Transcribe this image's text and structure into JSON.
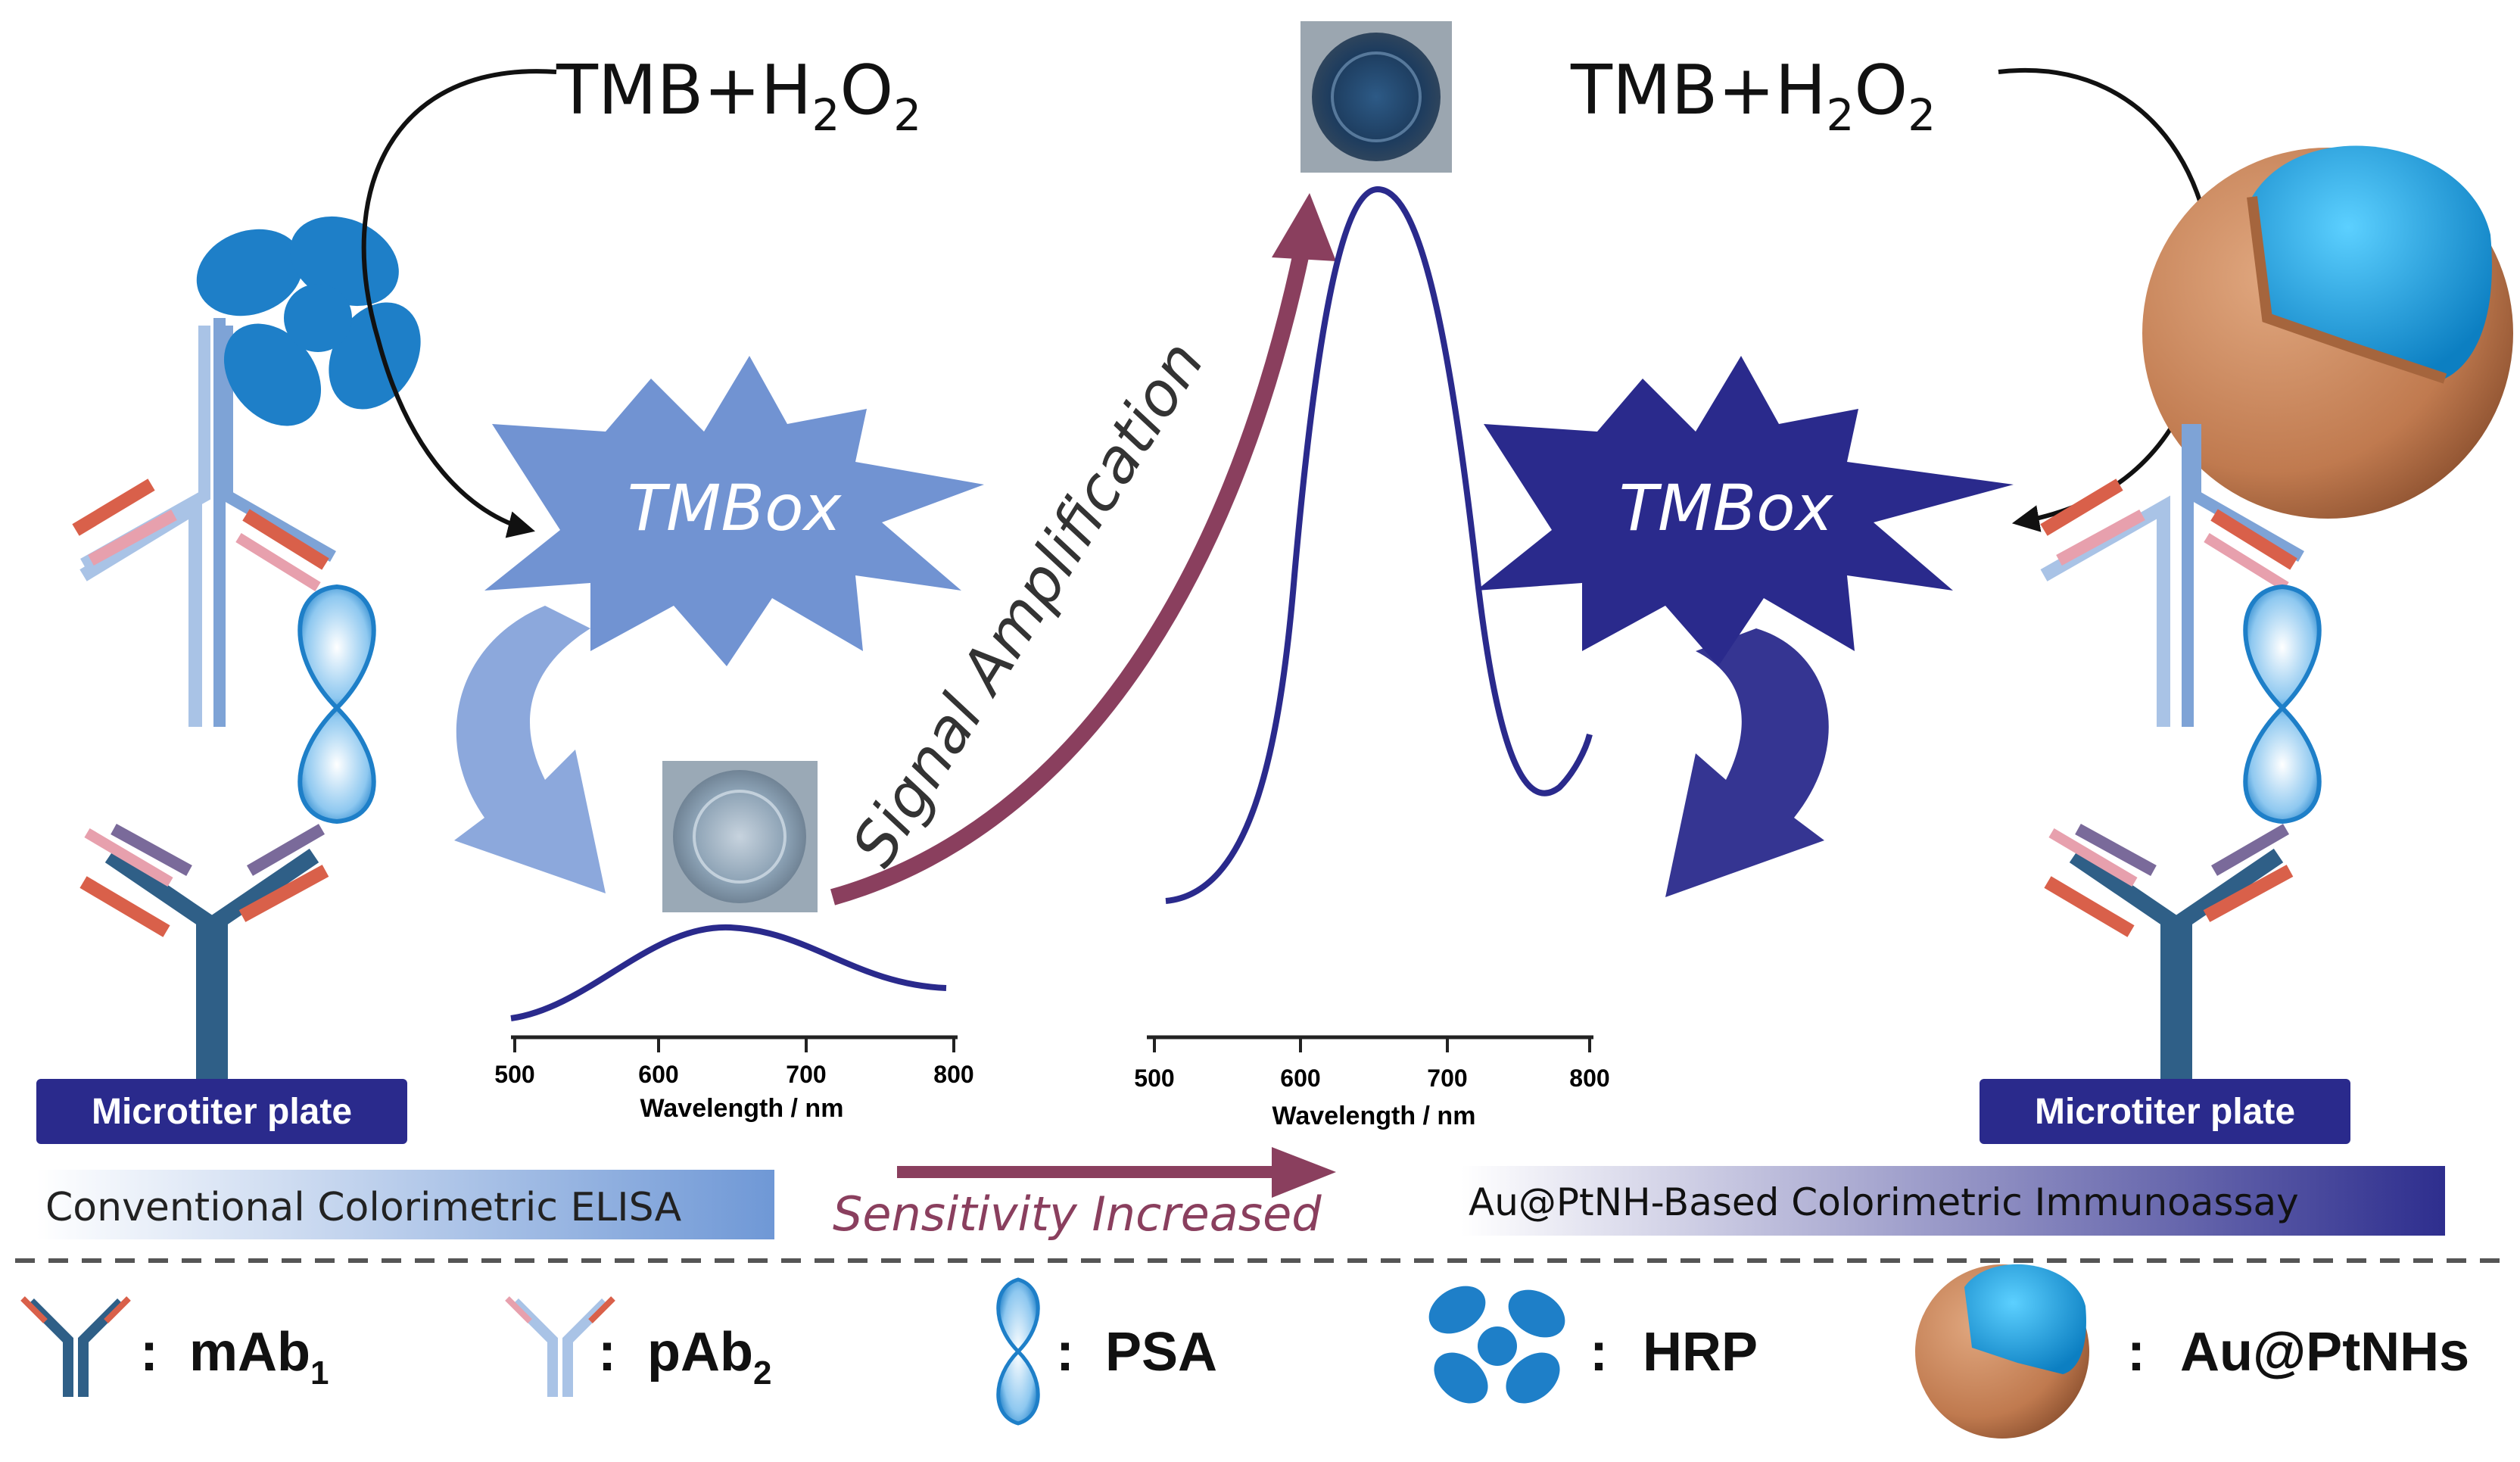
{
  "reagents": {
    "left": {
      "tmb": "TMB+H",
      "sub1": "2",
      "o": "O",
      "sub2": "2"
    },
    "right": {
      "tmb": "TMB+H",
      "sub1": "2",
      "o": "O",
      "sub2": "2"
    }
  },
  "tmbox": {
    "left_label": "TMBox",
    "right_label": "TMBox"
  },
  "signal_amplification": "Signal Amplification",
  "plate": {
    "left_label": "Microtiter plate",
    "right_label": "Microtiter plate"
  },
  "methods": {
    "left": "Conventional Colorimetric ELISA",
    "middle": "Sensitivity Increased",
    "right": "Au@PtNH-Based Colorimetric Immunoassay"
  },
  "spectra": {
    "small": {
      "xlabel": "Wavelength / nm",
      "ticks": [
        "500",
        "600",
        "700",
        "800"
      ]
    },
    "large": {
      "xlabel": "Wavelength / nm",
      "ticks": [
        "500",
        "600",
        "700",
        "800"
      ]
    }
  },
  "legend": {
    "mab": {
      "colon": ":",
      "text": "mAb",
      "sub": "1"
    },
    "pab": {
      "colon": ":",
      "text": "pAb",
      "sub": "2"
    },
    "psa": {
      "colon": ":",
      "text": "PSA"
    },
    "hrp": {
      "colon": ":",
      "text": "HRP"
    },
    "au": {
      "colon": ":",
      "text": "Au@PtNHs"
    }
  },
  "colors": {
    "dark_blue": "#2a2a8c",
    "light_blue": "#6f8fcf",
    "maroon": "#8a3f5e",
    "hrp_blue": "#1e7fc8",
    "au_core": "#1aa3e0",
    "au_shell": "#c88358"
  }
}
